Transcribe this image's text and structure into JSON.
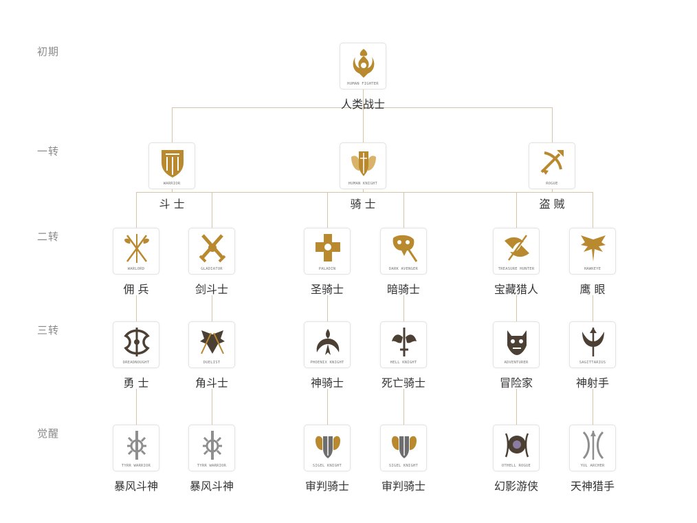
{
  "stages": [
    "初期",
    "一转",
    "二转",
    "三转",
    "觉醒"
  ],
  "palette": {
    "gold": "#b8892f",
    "gold_light": "#d9b36a",
    "dark": "#4b4033",
    "silver": "#8e8e8e",
    "line": "#d7c4a2"
  },
  "nodes": [
    {
      "key": "human-fighter",
      "cn": "人类战士",
      "en": "HUMAN FIGHTER",
      "icon": "flame-crest-icon",
      "tone": "gold",
      "tier": 0,
      "col": "root"
    },
    {
      "key": "warrior",
      "cn": "斗 士",
      "en": "WARRIOR",
      "icon": "shield-icon",
      "tone": "gold",
      "tier": 1,
      "col": "warrior"
    },
    {
      "key": "human-knight",
      "cn": "骑 士",
      "en": "HUMAN KNIGHT",
      "icon": "winged-shield-icon",
      "tone": "gold",
      "tier": 1,
      "col": "root"
    },
    {
      "key": "rogue",
      "cn": "盗 贼",
      "en": "ROGUE",
      "icon": "crossbow-icon",
      "tone": "gold",
      "tier": 1,
      "col": "rogue"
    },
    {
      "key": "warlord",
      "cn": "佣 兵",
      "en": "WARLORD",
      "icon": "crossed-halberds-icon",
      "tone": "gold",
      "tier": 2,
      "col": "c1"
    },
    {
      "key": "gladiator",
      "cn": "剑斗士",
      "en": "GLADIATOR",
      "icon": "crossed-swords-icon",
      "tone": "gold",
      "tier": 2,
      "col": "c2"
    },
    {
      "key": "paladin",
      "cn": "圣骑士",
      "en": "PALADIN",
      "icon": "holy-cross-icon",
      "tone": "gold",
      "tier": 2,
      "col": "c3"
    },
    {
      "key": "dark-avenger",
      "cn": "暗骑士",
      "en": "DARK AVENGER",
      "icon": "skull-sword-icon",
      "tone": "gold",
      "tier": 2,
      "col": "c4"
    },
    {
      "key": "treasure-hunter",
      "cn": "宝藏猎人",
      "en": "TREASURE HUNTER",
      "icon": "dragon-dagger-icon",
      "tone": "gold",
      "tier": 2,
      "col": "c5"
    },
    {
      "key": "hawkeye",
      "cn": "鹰 眼",
      "en": "HAWKEYE",
      "icon": "hawk-icon",
      "tone": "gold",
      "tier": 2,
      "col": "c6"
    },
    {
      "key": "dreadnought",
      "cn": "勇 士",
      "en": "DREADNOUGHT",
      "icon": "knot-emblem-icon",
      "tone": "dark",
      "tier": 3,
      "col": "c1"
    },
    {
      "key": "duelist",
      "cn": "角斗士",
      "en": "DUELIST",
      "icon": "eagle-swords-icon",
      "tone": "dark",
      "tier": 3,
      "col": "c2"
    },
    {
      "key": "phoenix-knight",
      "cn": "神骑士",
      "en": "PHOENIX KNIGHT",
      "icon": "phoenix-icon",
      "tone": "dark",
      "tier": 3,
      "col": "c3"
    },
    {
      "key": "hell-knight",
      "cn": "死亡骑士",
      "en": "HELL KNIGHT",
      "icon": "bat-wing-sword-icon",
      "tone": "dark",
      "tier": 3,
      "col": "c4"
    },
    {
      "key": "adventurer",
      "cn": "冒险家",
      "en": "ADVENTURER",
      "icon": "demon-mask-icon",
      "tone": "dark",
      "tier": 3,
      "col": "c5"
    },
    {
      "key": "sagittarius",
      "cn": "神射手",
      "en": "SAGITTARIUS",
      "icon": "horned-arrow-icon",
      "tone": "dark",
      "tier": 3,
      "col": "c6"
    },
    {
      "key": "tyrr-warrior-1",
      "cn": "暴风斗神",
      "en": "TYRR WARRIOR",
      "icon": "spiked-sword-icon",
      "tone": "silver",
      "tier": 4,
      "col": "c1"
    },
    {
      "key": "tyrr-warrior-2",
      "cn": "暴风斗神",
      "en": "TYRR WARRIOR",
      "icon": "spiked-sword-icon",
      "tone": "silver",
      "tier": 4,
      "col": "c2"
    },
    {
      "key": "sigel-knight-1",
      "cn": "审判骑士",
      "en": "SIGEL KNIGHT",
      "icon": "lion-shield-icon",
      "tone": "gold",
      "tier": 4,
      "col": "c3"
    },
    {
      "key": "sigel-knight-2",
      "cn": "审判骑士",
      "en": "SIGEL KNIGHT",
      "icon": "lion-shield-icon",
      "tone": "gold",
      "tier": 4,
      "col": "c4"
    },
    {
      "key": "othell-rogue",
      "cn": "幻影游侠",
      "en": "OTHELL ROGUE",
      "icon": "dark-orb-icon",
      "tone": "dark",
      "tier": 4,
      "col": "c5"
    },
    {
      "key": "yul-archer",
      "cn": "天神猎手",
      "en": "YUL ARCHER",
      "icon": "silver-bow-icon",
      "tone": "silver",
      "tier": 4,
      "col": "c6"
    }
  ],
  "edges": [
    [
      "human-fighter",
      "warrior"
    ],
    [
      "human-fighter",
      "human-knight"
    ],
    [
      "human-fighter",
      "rogue"
    ],
    [
      "warrior",
      "warlord"
    ],
    [
      "warrior",
      "gladiator"
    ],
    [
      "human-knight",
      "paladin"
    ],
    [
      "human-knight",
      "dark-avenger"
    ],
    [
      "rogue",
      "treasure-hunter"
    ],
    [
      "rogue",
      "hawkeye"
    ],
    [
      "warlord",
      "dreadnought"
    ],
    [
      "gladiator",
      "duelist"
    ],
    [
      "paladin",
      "phoenix-knight"
    ],
    [
      "dark-avenger",
      "hell-knight"
    ],
    [
      "treasure-hunter",
      "adventurer"
    ],
    [
      "hawkeye",
      "sagittarius"
    ],
    [
      "dreadnought",
      "tyrr-warrior-1"
    ],
    [
      "duelist",
      "tyrr-warrior-2"
    ],
    [
      "phoenix-knight",
      "sigel-knight-1"
    ],
    [
      "hell-knight",
      "sigel-knight-2"
    ],
    [
      "adventurer",
      "othell-rogue"
    ],
    [
      "sagittarius",
      "yul-archer"
    ]
  ]
}
